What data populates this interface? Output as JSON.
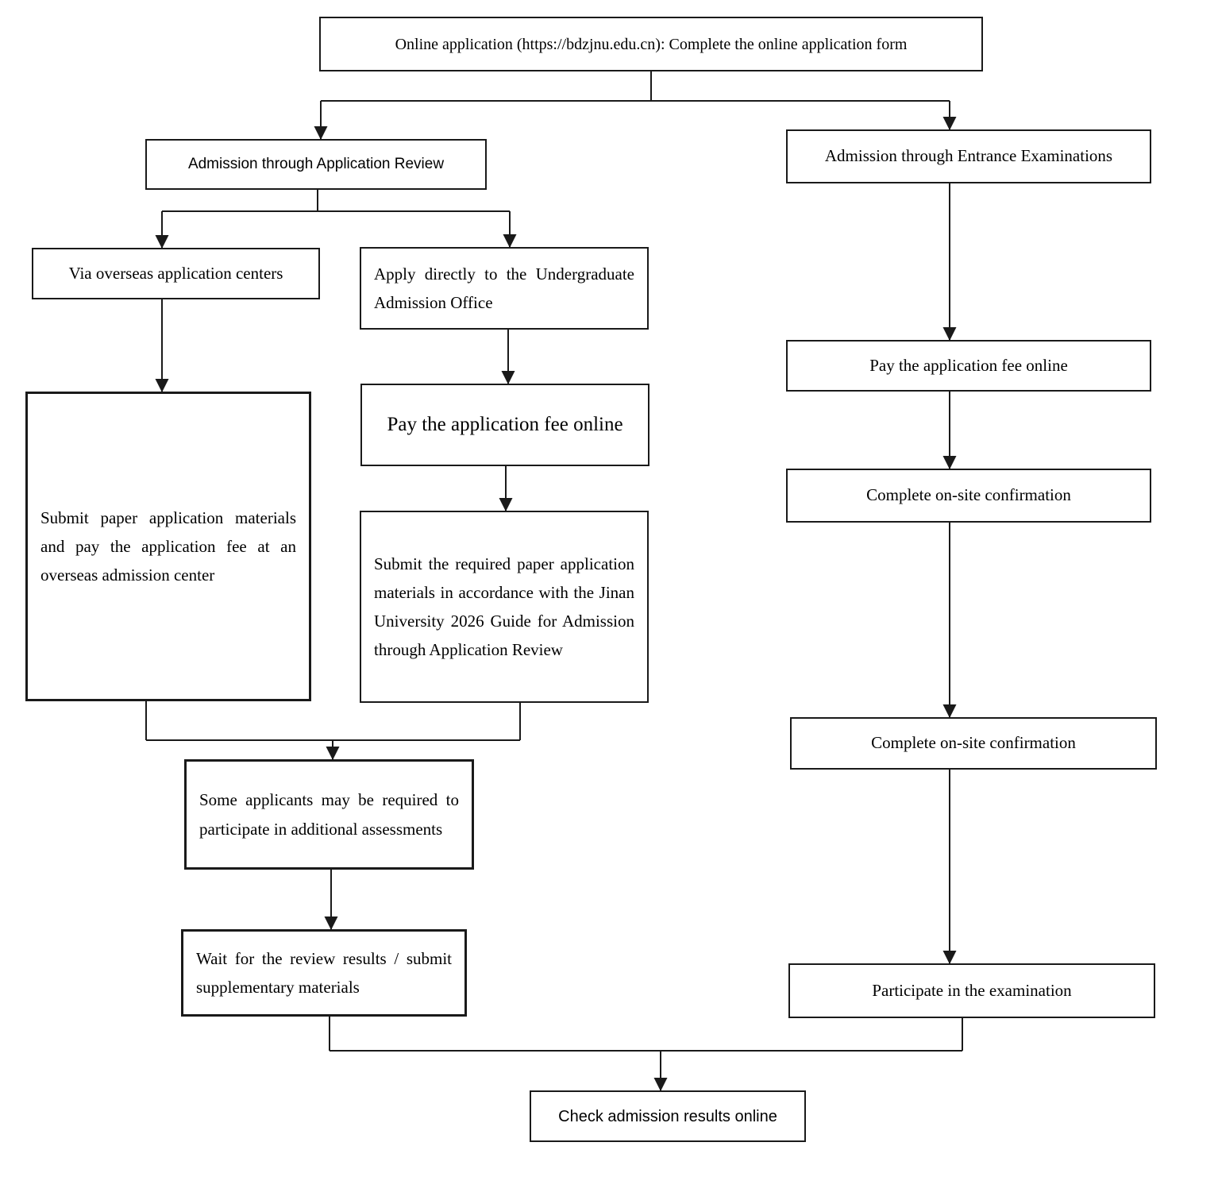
{
  "colors": {
    "border": "#1a1a1a",
    "text": "#000000",
    "background": "#ffffff"
  },
  "nodes": {
    "online_application": "Online application (https://bdzjnu.edu.cn): Complete the online application form",
    "admission_application_review": "Admission through Application Review",
    "admission_entrance_exams": "Admission through Entrance Examinations",
    "via_overseas_centers": "Via overseas application centers",
    "apply_directly": "Apply directly to the Undergraduate Admission Office",
    "submit_overseas": "Submit paper application materials and pay the application fee at an overseas admission center",
    "pay_fee_review": "Pay the application fee online",
    "submit_required": "Submit the required paper application materials in accordance with the Jinan University 2026 Guide for Admission through Application Review",
    "additional_assessments": "Some applicants may be required to participate in additional assessments",
    "wait_results": "Wait for the review results / submit supplementary materials",
    "pay_fee_exam": "Pay the application fee online",
    "onsite_confirmation_1": "Complete on-site confirmation",
    "onsite_confirmation_2": "Complete on-site confirmation",
    "participate_exam": "Participate in the examination",
    "check_results": "Check admission results online"
  }
}
